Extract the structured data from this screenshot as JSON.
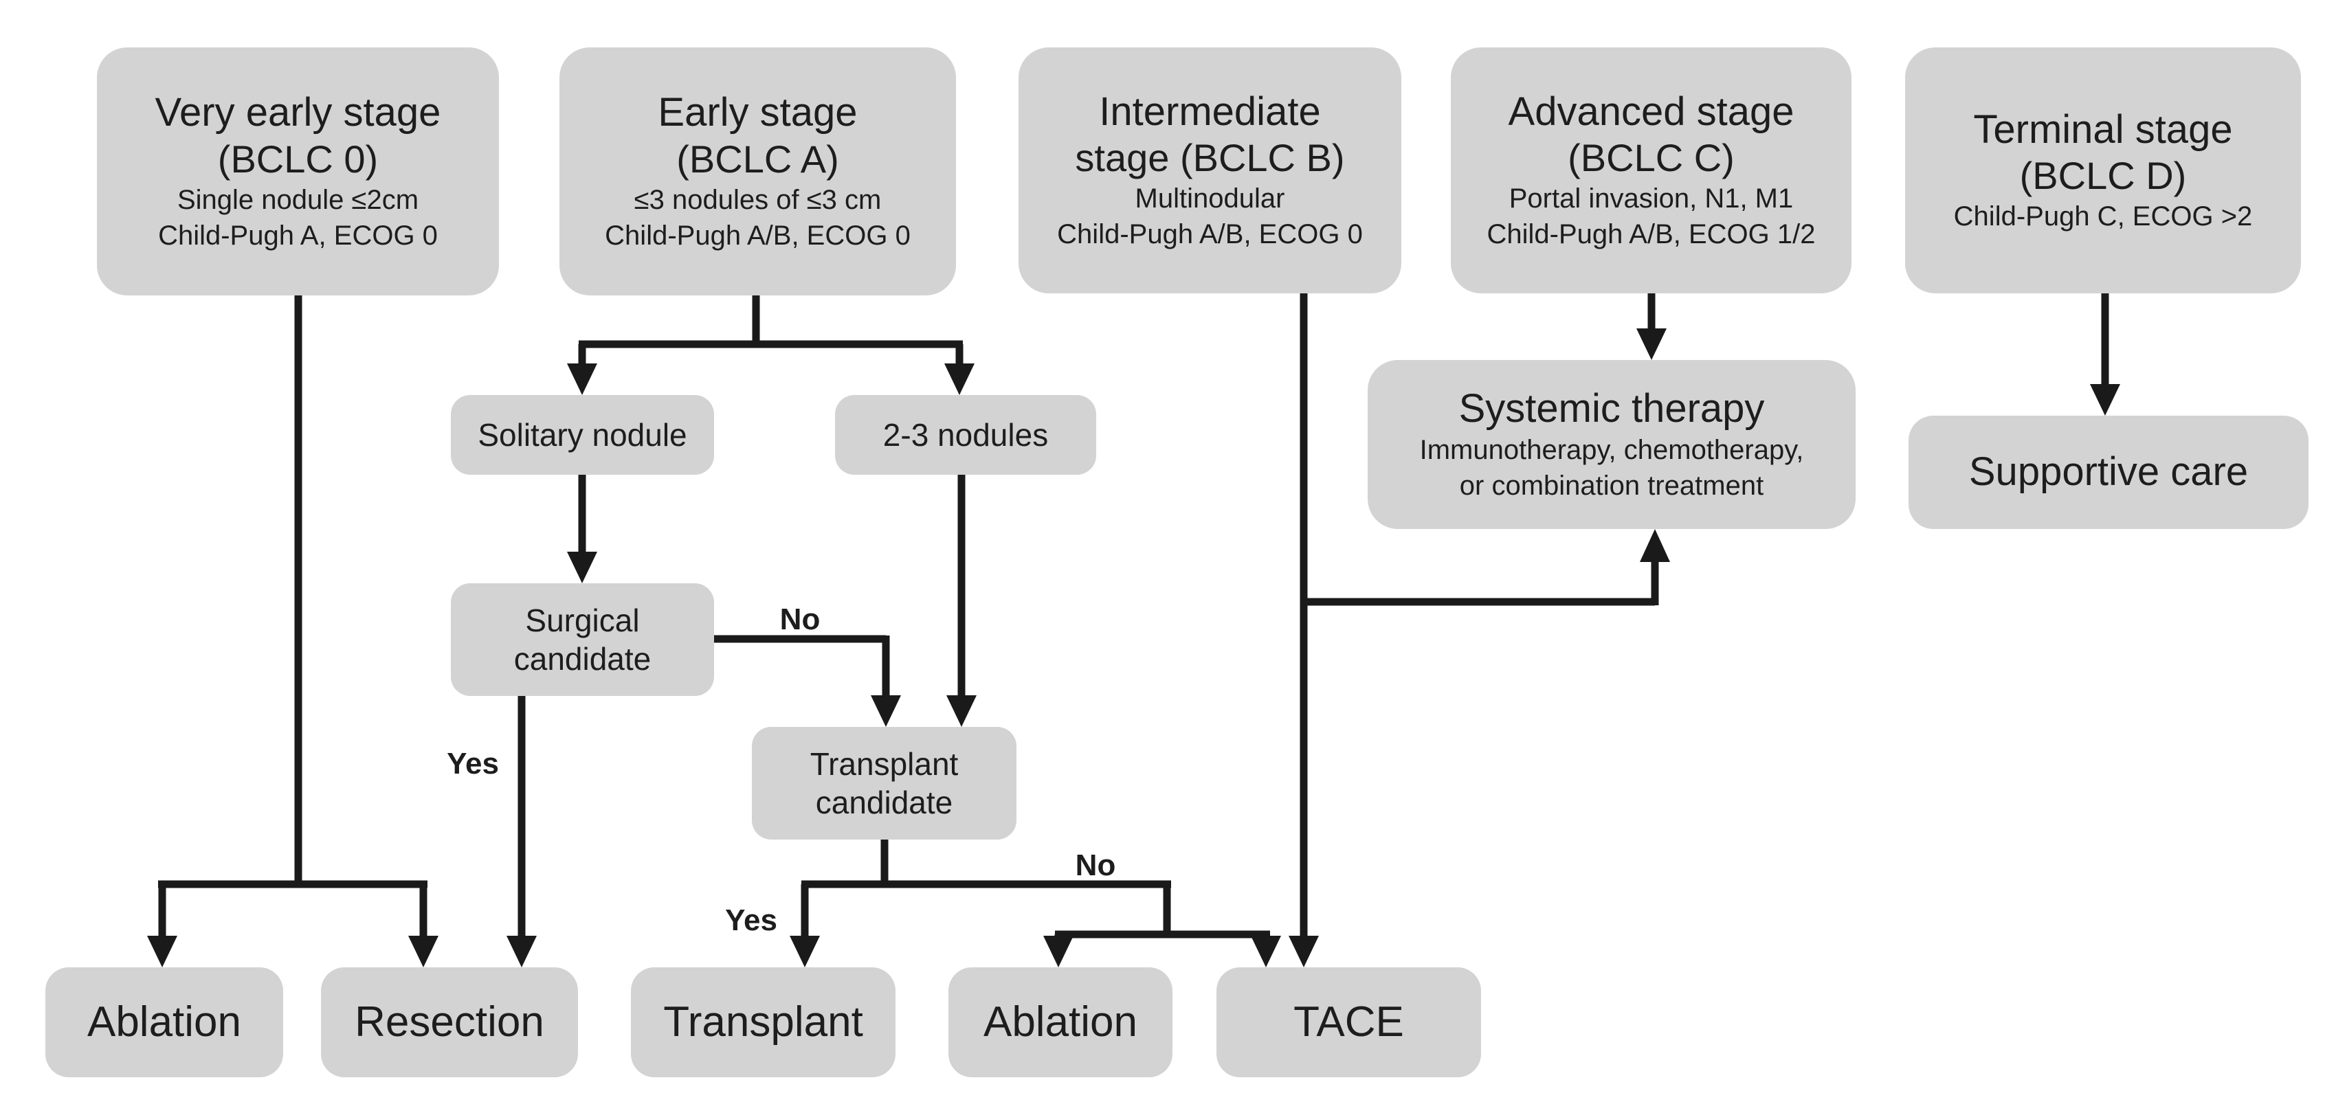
{
  "diagram_type": "flowchart",
  "colors": {
    "node_fill": "#d4d3d3",
    "line": "#1a1a1a",
    "text": "#1d1d1d",
    "background": "#ffffff"
  },
  "nodes": {
    "very_early": {
      "line1": "Very early stage",
      "line2": "(BCLC 0)",
      "sub1": "Single nodule ≤2cm",
      "sub2": "Child-Pugh A, ECOG 0"
    },
    "early": {
      "line1": "Early stage",
      "line2": "(BCLC A)",
      "sub1": "≤3 nodules of ≤3 cm",
      "sub2": "Child-Pugh A/B, ECOG 0"
    },
    "intermediate": {
      "line1": "Intermediate",
      "line2": "stage (BCLC B)",
      "sub1": "Multinodular",
      "sub2": "Child-Pugh A/B, ECOG 0"
    },
    "advanced": {
      "line1": "Advanced stage",
      "line2": "(BCLC C)",
      "sub1": "Portal invasion, N1, M1",
      "sub2": "Child-Pugh A/B, ECOG 1/2"
    },
    "terminal": {
      "line1": "Terminal stage",
      "line2": "(BCLC D)",
      "sub1": "Child-Pugh C, ECOG >2"
    },
    "solitary_nodule": {
      "line1": "Solitary nodule"
    },
    "nodules_2_3": {
      "line1": "2-3 nodules"
    },
    "surgical_candidate": {
      "line1": "Surgical",
      "line2": "candidate"
    },
    "transplant_candidate": {
      "line1": "Transplant",
      "line2": "candidate"
    },
    "systemic_therapy": {
      "line1": "Systemic therapy",
      "sub1": "Immunotherapy, chemotherapy,",
      "sub2": "or combination treatment"
    },
    "supportive_care": {
      "line1": "Supportive care"
    },
    "ablation_left": {
      "line1": "Ablation"
    },
    "resection": {
      "line1": "Resection"
    },
    "transplant": {
      "line1": "Transplant"
    },
    "ablation_right": {
      "line1": "Ablation"
    },
    "tace": {
      "line1": "TACE"
    }
  },
  "edge_labels": {
    "surgical_no": "No",
    "surgical_yes": "Yes",
    "transplant_yes": "Yes",
    "transplant_no": "No"
  }
}
